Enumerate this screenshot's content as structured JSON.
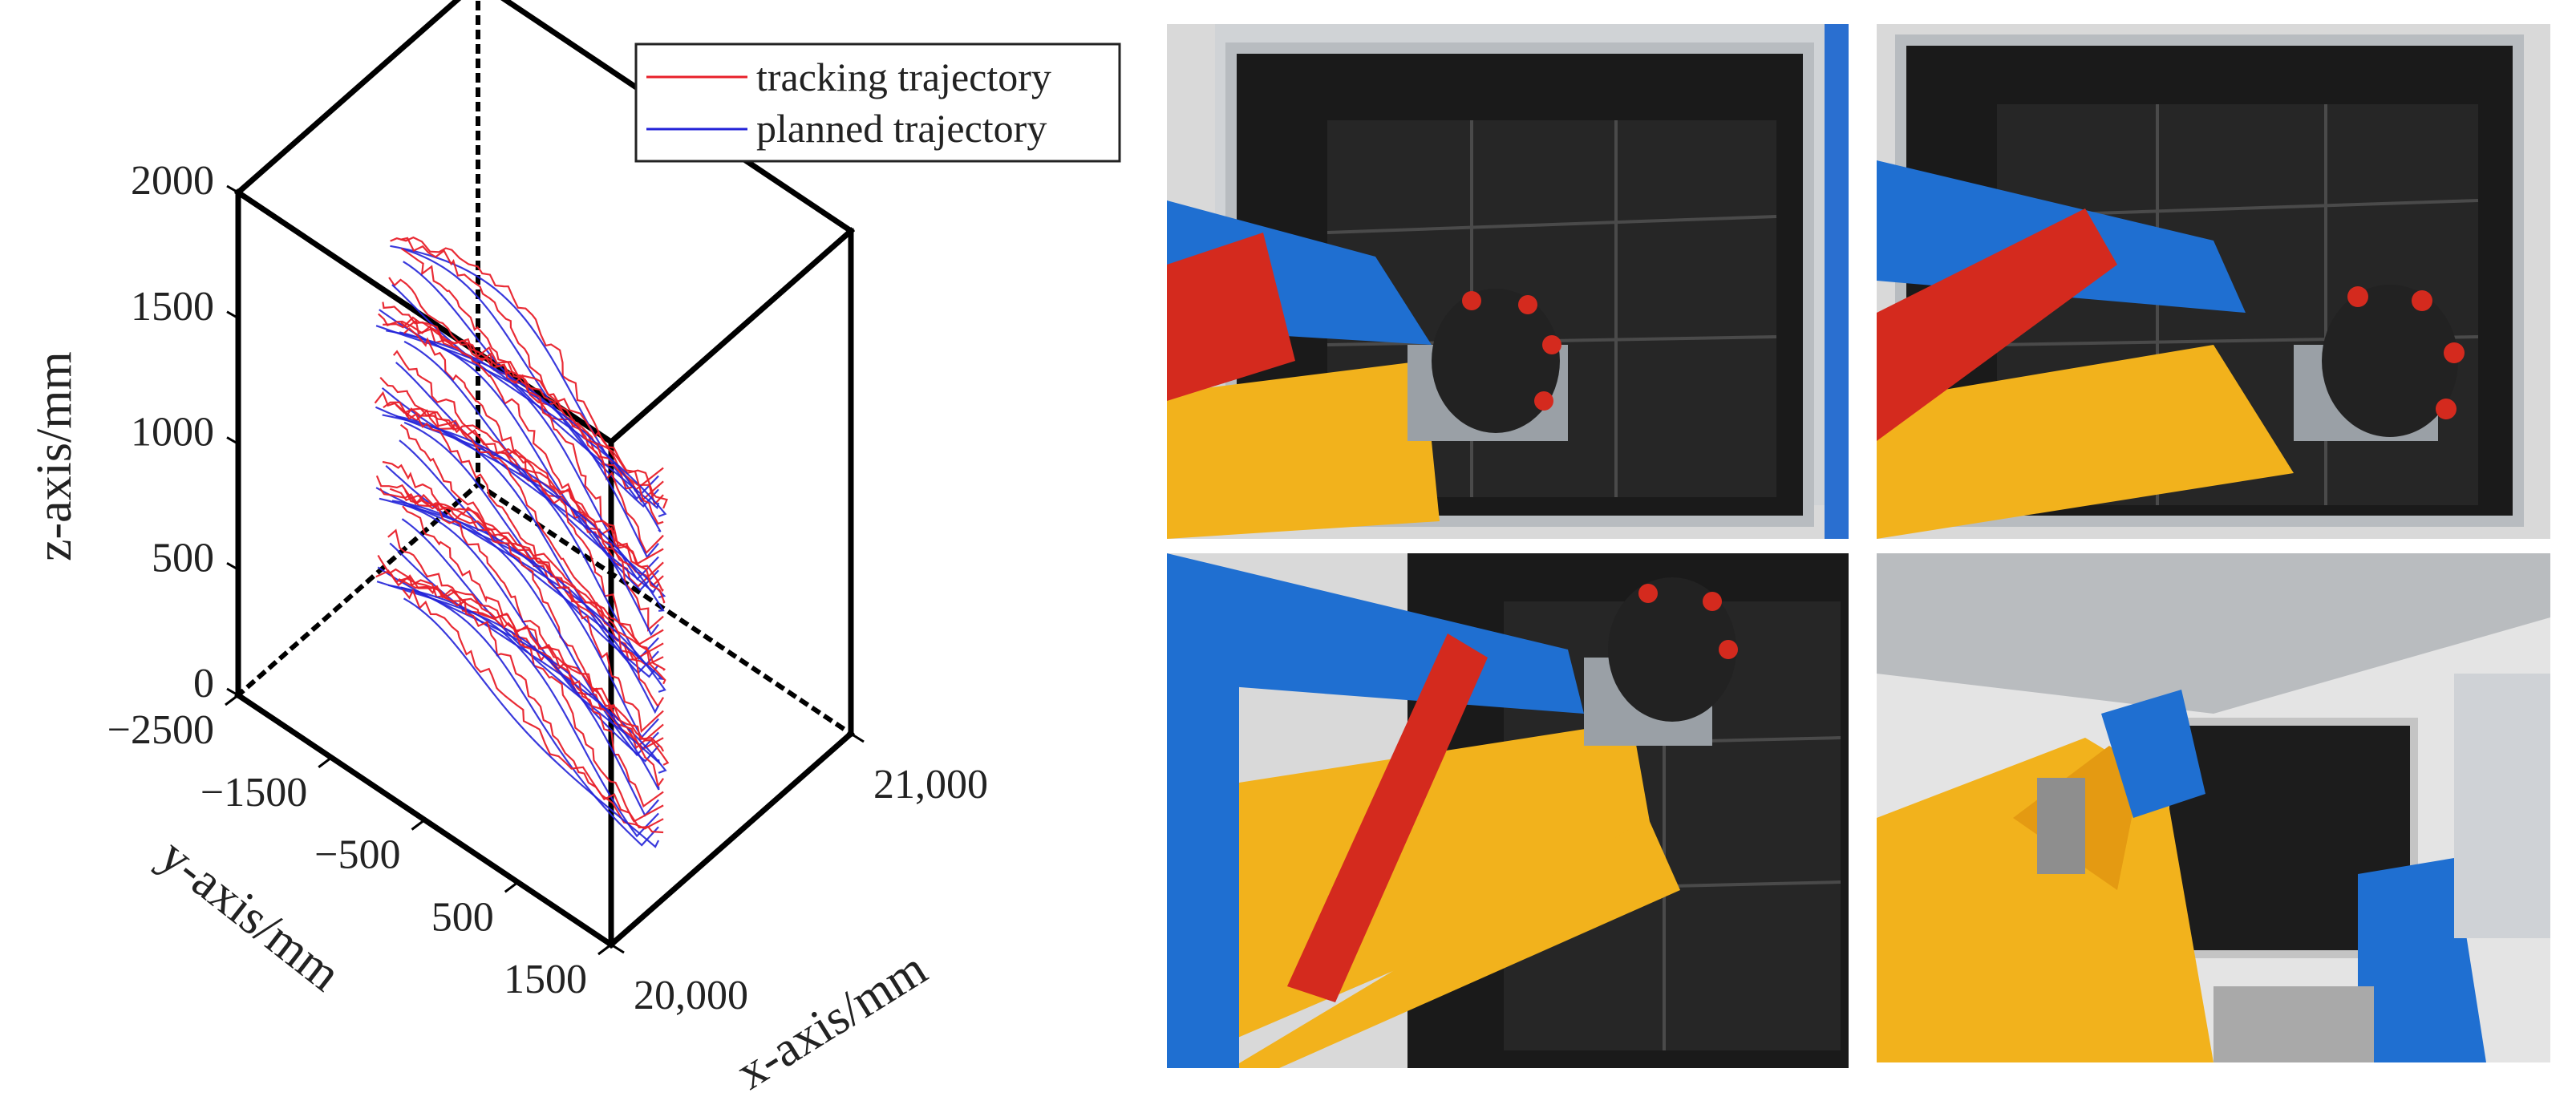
{
  "chart_data": {
    "type": "line",
    "projection": "3d",
    "legend": {
      "placement": "top-right",
      "entries": [
        {
          "label": "tracking trajectory",
          "color": "#e8202a"
        },
        {
          "label": "planned trajectory",
          "color": "#2323d8"
        }
      ]
    },
    "axes": {
      "x": {
        "label": "x-axis/mm",
        "range": [
          20000,
          21000
        ],
        "ticks": [
          "20,000",
          "21,000"
        ]
      },
      "y": {
        "label": "y-axis/mm",
        "range": [
          -2500,
          1500
        ],
        "ticks": [
          "−2500",
          "−1500",
          "−500",
          "500",
          "1500"
        ]
      },
      "z": {
        "label": "z-axis/mm",
        "range": [
          0,
          2000
        ],
        "ticks": [
          "0",
          "500",
          "1000",
          "1500",
          "2000"
        ]
      }
    },
    "grid": false,
    "series": [
      {
        "name": "tracking trajectory",
        "color": "#e8202a",
        "description_values": {
          "y_span": [
            -1900,
            900
          ],
          "z_span": [
            150,
            1600
          ],
          "x_center": 20400,
          "passes": 28
        }
      },
      {
        "name": "planned trajectory",
        "color": "#2323d8",
        "description_values": {
          "y_span": [
            -1900,
            900
          ],
          "z_span": [
            150,
            1600
          ],
          "x_center": 20400,
          "passes": 28
        }
      }
    ]
  },
  "photos": [
    {
      "name": "photo-top-left",
      "subject": "robot arm with cutter head facing black foam wall"
    },
    {
      "name": "photo-top-right",
      "subject": "robot arm closer to cutter head"
    },
    {
      "name": "photo-bottom-left",
      "subject": "red hydraulic cylinder and blue arm"
    },
    {
      "name": "photo-bottom-right",
      "subject": "full machine in test bay"
    }
  ],
  "colors": {
    "machine_yellow": "#f2b21c",
    "arm_blue": "#1f6fd1",
    "cylinder_red": "#d42a1e",
    "foam_black": "#1a1a1a"
  }
}
